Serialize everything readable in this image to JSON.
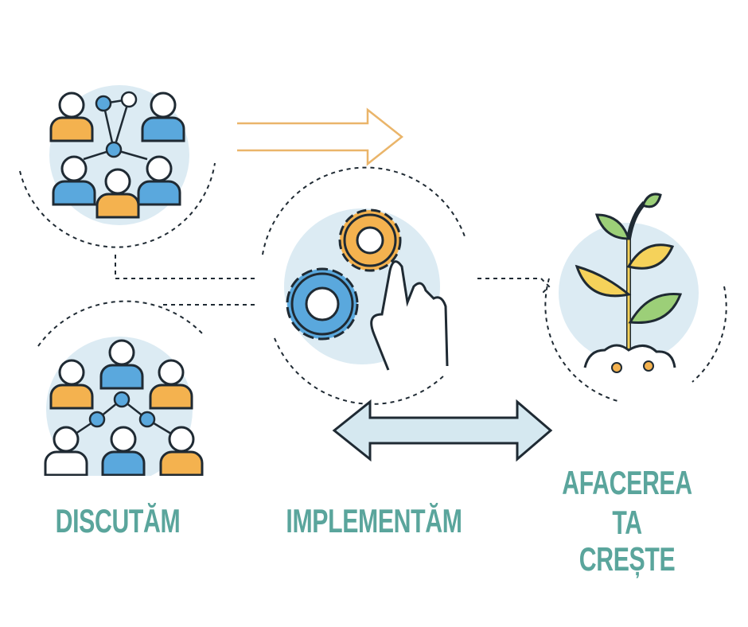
{
  "steps": {
    "discuss": {
      "label": "DISCUTĂM"
    },
    "implement": {
      "label": "IMPLEMENTĂM"
    },
    "grow": {
      "lines": [
        "AFACEREA",
        "TA",
        "CREȘTE"
      ]
    }
  },
  "colors": {
    "label": "#5aa59c",
    "blue": "#5aa8dd",
    "orange": "#f4b24f",
    "circle": "#dcebf3",
    "green": "#9ccf78",
    "yellow": "#f5d25a"
  }
}
